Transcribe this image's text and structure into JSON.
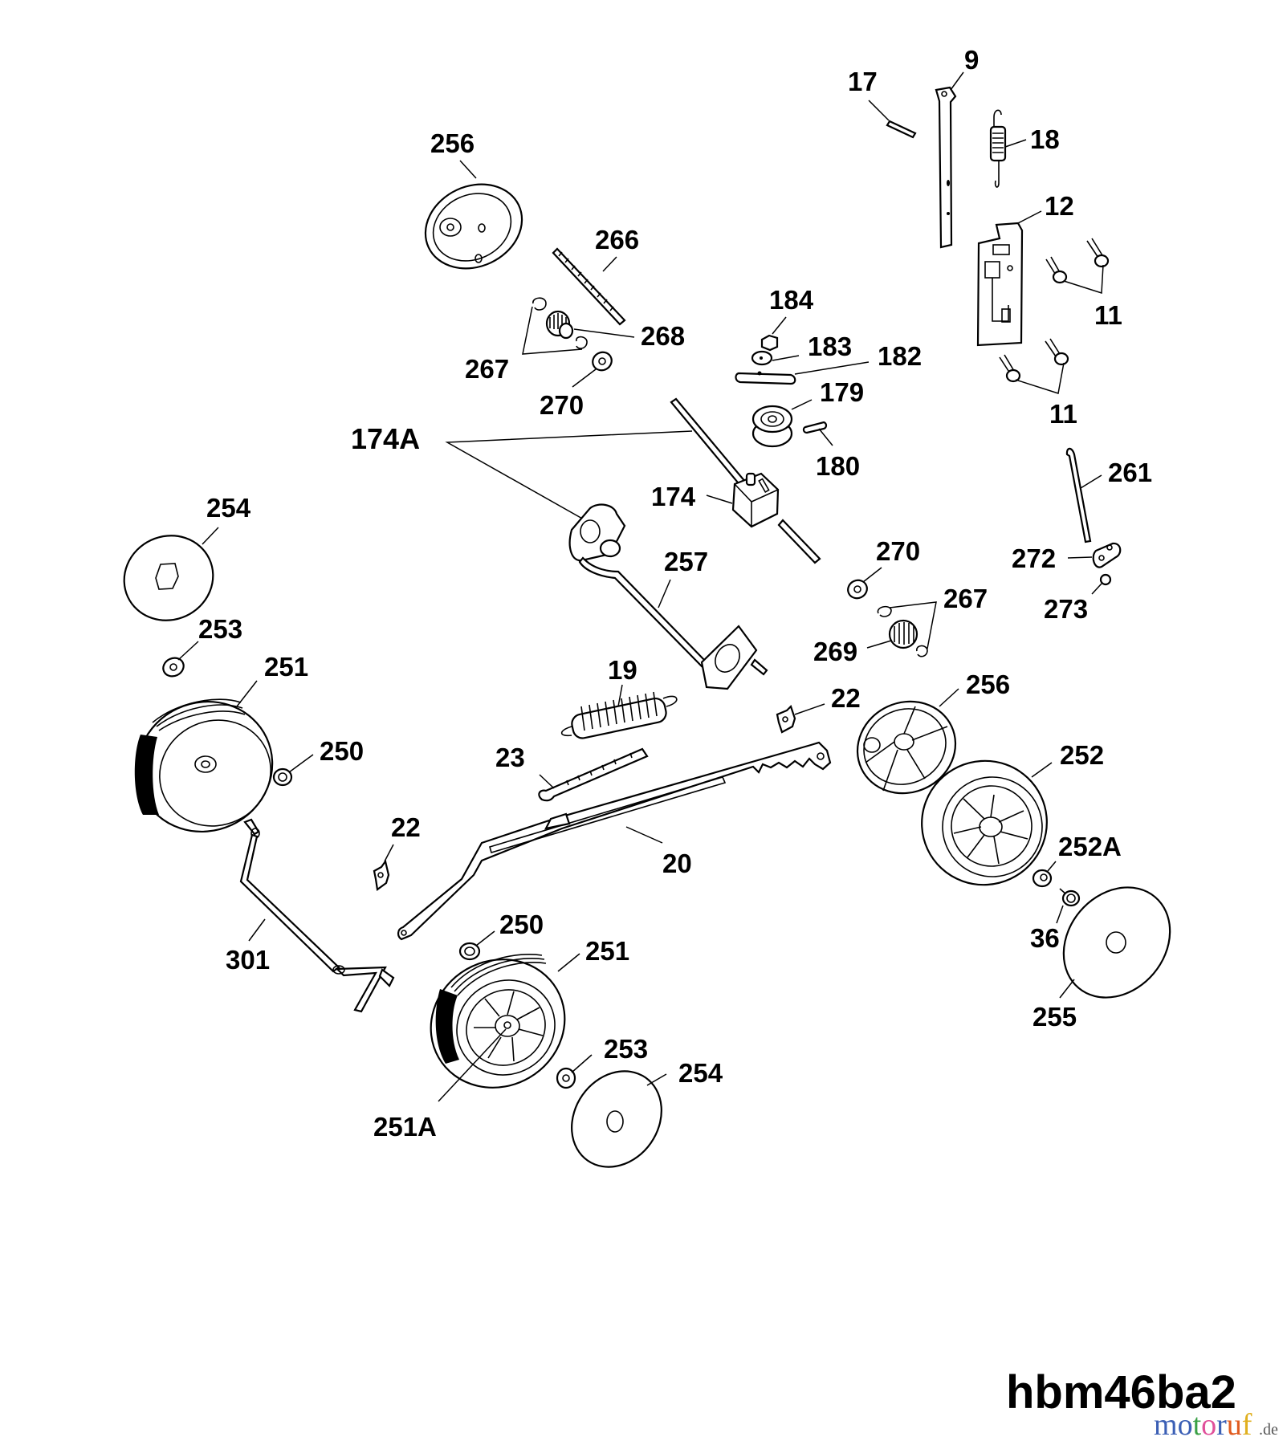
{
  "diagram": {
    "title": "hbm46ba2",
    "watermark": {
      "letters": [
        {
          "ch": "m",
          "color": "#3b5fb5"
        },
        {
          "ch": "o",
          "color": "#3b5fb5"
        },
        {
          "ch": "t",
          "color": "#3aa046"
        },
        {
          "ch": "o",
          "color": "#e0509a"
        },
        {
          "ch": "r",
          "color": "#3b5fb5"
        },
        {
          "ch": "u",
          "color": "#e05a1e"
        },
        {
          "ch": "f",
          "color": "#e0b020"
        }
      ],
      "suffix": ".de"
    },
    "parts": [
      {
        "id": "p9",
        "label": "9",
        "name": "handle-bracket"
      },
      {
        "id": "p17",
        "label": "17",
        "name": "pin"
      },
      {
        "id": "p18",
        "label": "18",
        "name": "tension-spring"
      },
      {
        "id": "p12",
        "label": "12",
        "name": "mounting-plate"
      },
      {
        "id": "p11a",
        "label": "11",
        "name": "screw-pair-upper"
      },
      {
        "id": "p11b",
        "label": "11",
        "name": "screw-pair-lower"
      },
      {
        "id": "p256a",
        "label": "256",
        "name": "hub-cap-upper"
      },
      {
        "id": "p266",
        "label": "266",
        "name": "threaded-rod"
      },
      {
        "id": "p268",
        "label": "268",
        "name": "pinion-gear"
      },
      {
        "id": "p267a",
        "label": "267",
        "name": "circlips-left"
      },
      {
        "id": "p270a",
        "label": "270",
        "name": "washer-left"
      },
      {
        "id": "p184",
        "label": "184",
        "name": "nut"
      },
      {
        "id": "p183",
        "label": "183",
        "name": "washer"
      },
      {
        "id": "p182",
        "label": "182",
        "name": "key-plate"
      },
      {
        "id": "p179",
        "label": "179",
        "name": "pulley"
      },
      {
        "id": "p180",
        "label": "180",
        "name": "key"
      },
      {
        "id": "p174A",
        "label": "174A",
        "name": "gearbox-assembly"
      },
      {
        "id": "p174",
        "label": "174",
        "name": "gearbox"
      },
      {
        "id": "p261",
        "label": "261",
        "name": "hook-rod"
      },
      {
        "id": "p272",
        "label": "272",
        "name": "link-plate"
      },
      {
        "id": "p273",
        "label": "273",
        "name": "nut-small"
      },
      {
        "id": "p254a",
        "label": "254",
        "name": "wheel-cover-upper-left"
      },
      {
        "id": "p253a",
        "label": "253",
        "name": "star-washer-upper"
      },
      {
        "id": "p251a",
        "label": "251",
        "name": "wheel-upper-left"
      },
      {
        "id": "p250a",
        "label": "250",
        "name": "washer-upper-left"
      },
      {
        "id": "p257",
        "label": "257",
        "name": "drive-shaft-bracket"
      },
      {
        "id": "p270b",
        "label": "270",
        "name": "washer-right"
      },
      {
        "id": "p267b",
        "label": "267",
        "name": "circlips-right"
      },
      {
        "id": "p269",
        "label": "269",
        "name": "pinion-gear-right"
      },
      {
        "id": "p19",
        "label": "19",
        "name": "extension-spring"
      },
      {
        "id": "p22a",
        "label": "22",
        "name": "clip-right"
      },
      {
        "id": "p256b",
        "label": "256",
        "name": "hub-cap-right"
      },
      {
        "id": "p252",
        "label": "252",
        "name": "wheel-right"
      },
      {
        "id": "p23",
        "label": "23",
        "name": "adjustment-strip"
      },
      {
        "id": "p22b",
        "label": "22",
        "name": "clip-left"
      },
      {
        "id": "p20",
        "label": "20",
        "name": "height-adjust-lever"
      },
      {
        "id": "p252A",
        "label": "252A",
        "name": "bushing"
      },
      {
        "id": "p36",
        "label": "36",
        "name": "screw"
      },
      {
        "id": "p255",
        "label": "255",
        "name": "wheel-cover-right"
      },
      {
        "id": "p301",
        "label": "301",
        "name": "axle-crank"
      },
      {
        "id": "p250b",
        "label": "250",
        "name": "washer-lower"
      },
      {
        "id": "p251b",
        "label": "251",
        "name": "wheel-lower"
      },
      {
        "id": "p251A",
        "label": "251A",
        "name": "wheel-hub-lower"
      },
      {
        "id": "p253b",
        "label": "253",
        "name": "star-washer-lower"
      },
      {
        "id": "p254b",
        "label": "254",
        "name": "wheel-cover-lower"
      }
    ]
  }
}
